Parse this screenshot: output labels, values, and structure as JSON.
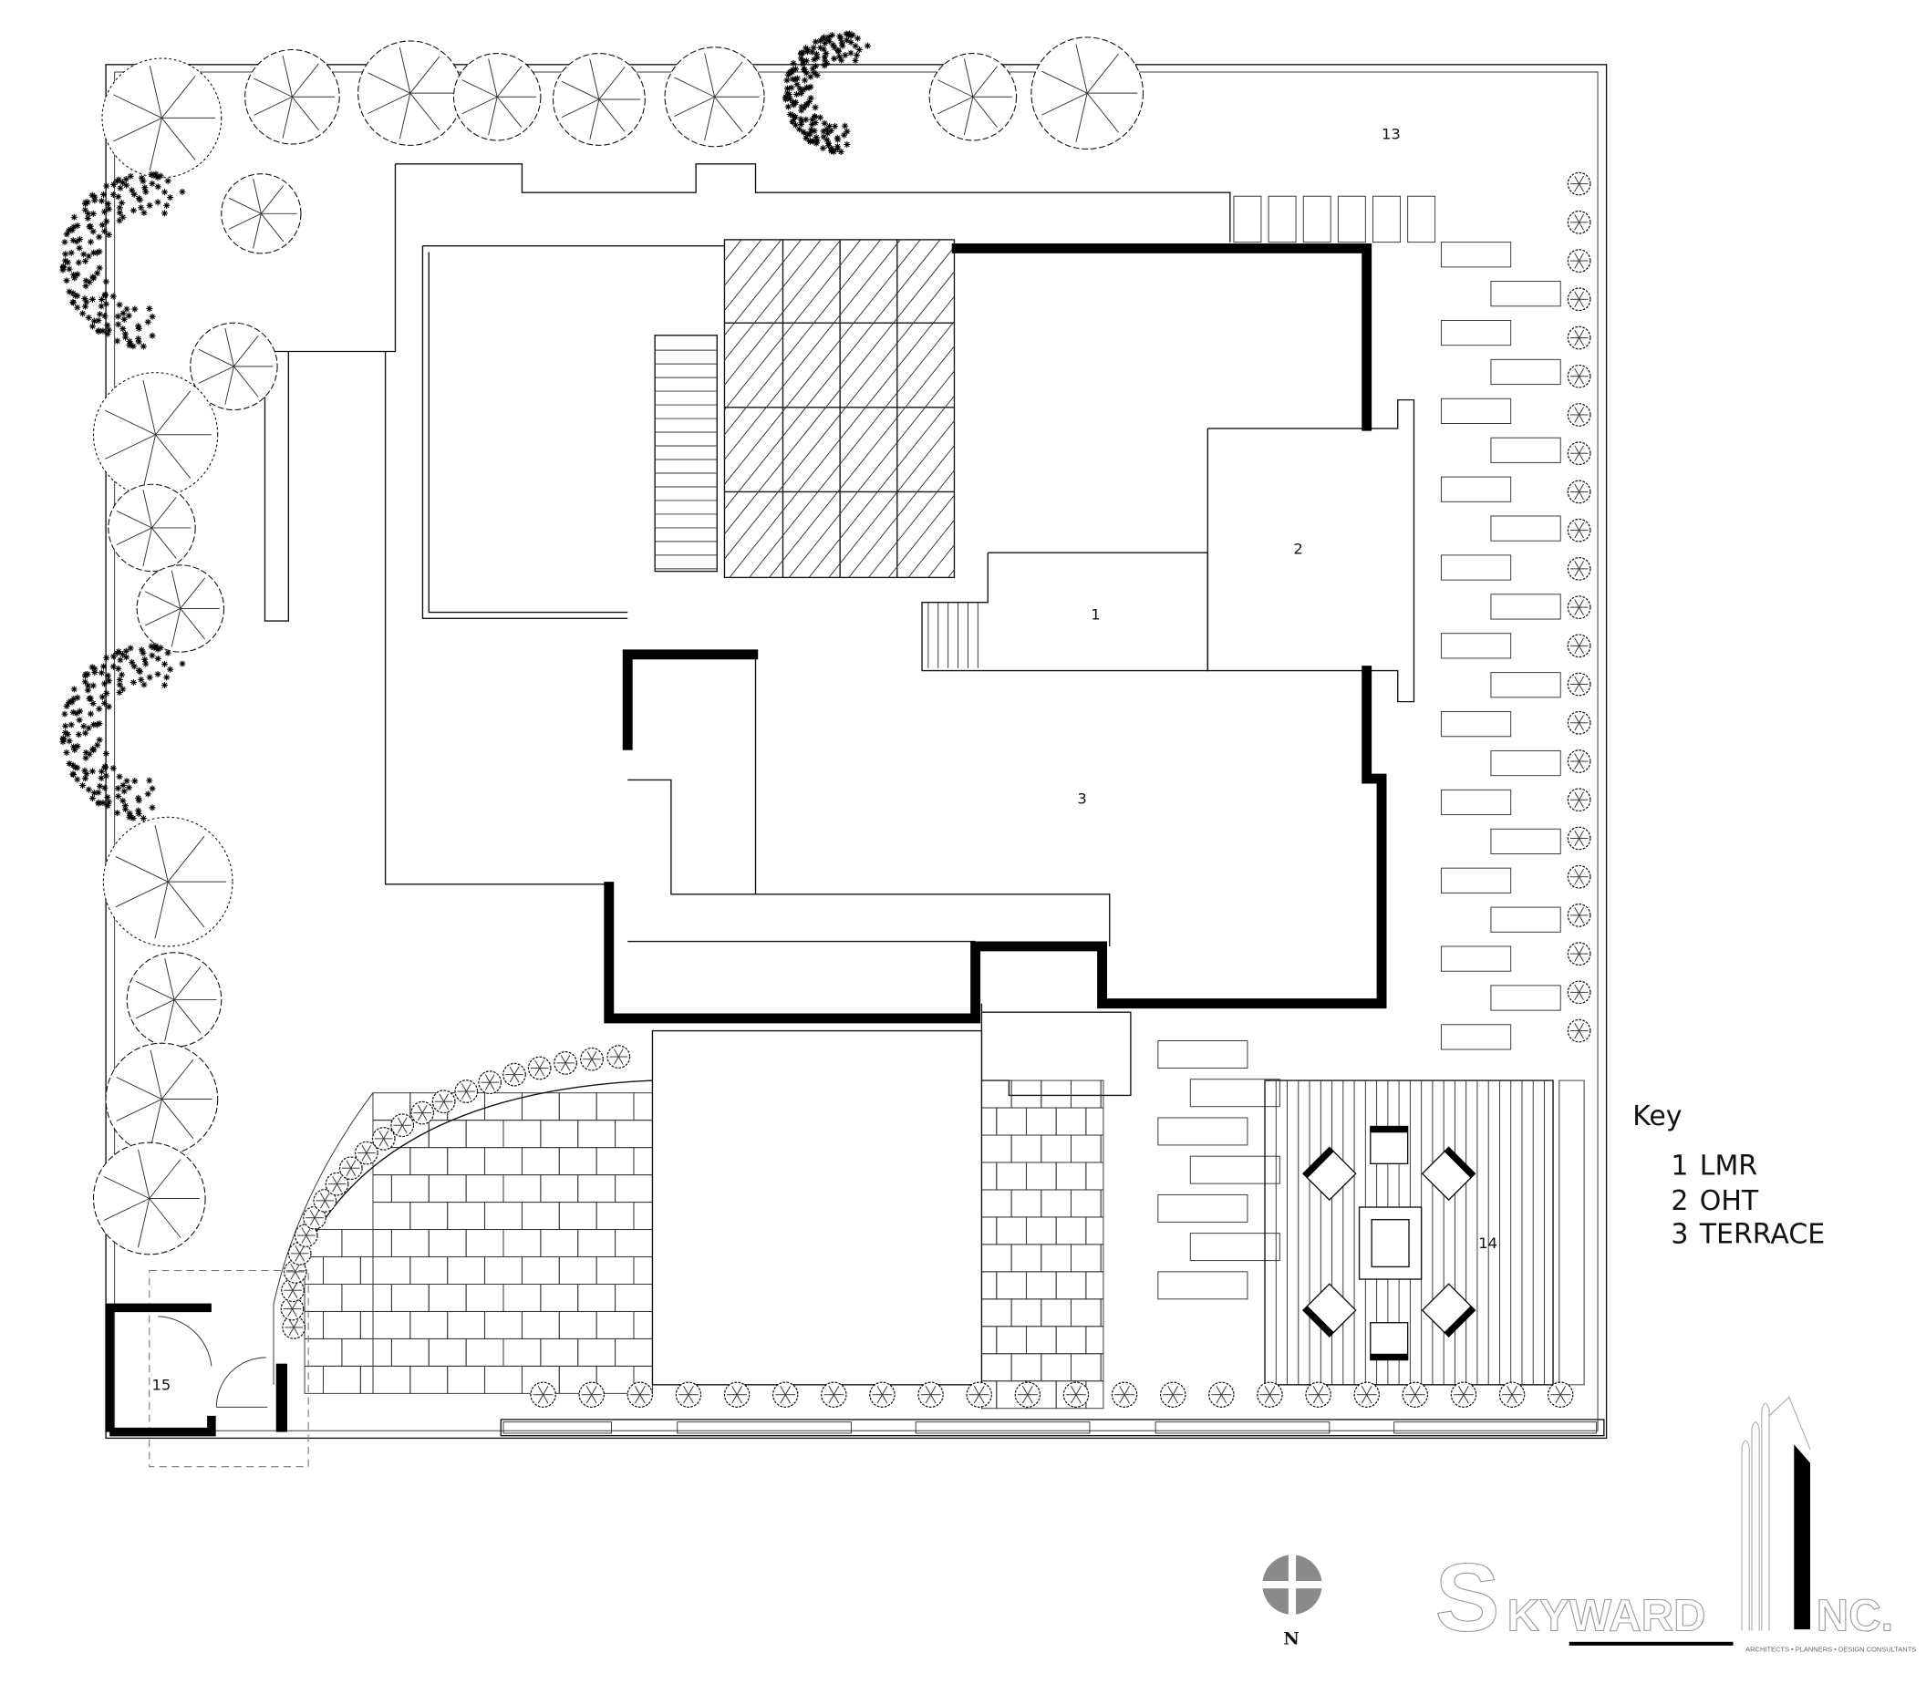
{
  "labels": {
    "lmr": "1",
    "oht": "2",
    "terrace": "3",
    "garden_north": "13",
    "deck": "14",
    "guard_room": "15"
  },
  "key": {
    "title": "Key",
    "items": [
      {
        "num": "1",
        "label": "LMR"
      },
      {
        "num": "2",
        "label": "OHT"
      },
      {
        "num": "3",
        "label": "TERRACE"
      }
    ]
  },
  "north": {
    "label": "N"
  },
  "logo": {
    "name_s": "S",
    "name_rest": "KYWARD",
    "name_inc": "NC.",
    "tagline": "ARCHITECTS • PLANNERS • DESIGN CONSULTANTS"
  },
  "colors": {
    "line": "#111111",
    "wall": "#000000",
    "logo_outline": "#999999",
    "north_symbol": "#8a8a8a"
  }
}
